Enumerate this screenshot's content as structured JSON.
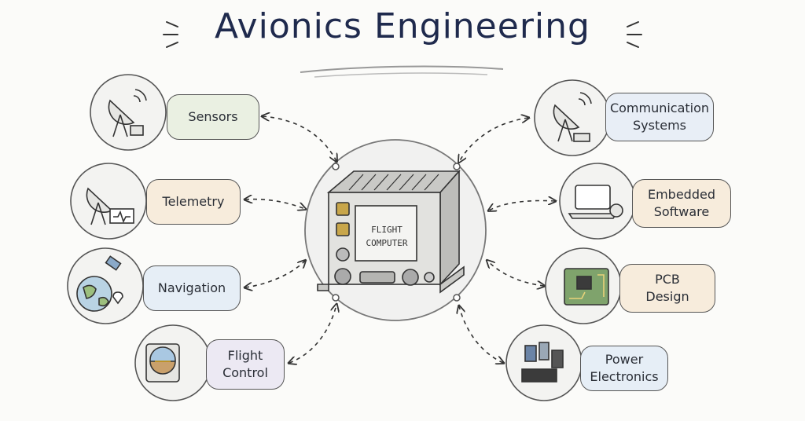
{
  "title": "Avionics Engineering",
  "center": {
    "label": "FLIGHT\nCOMPUTER"
  },
  "nodes": {
    "sensors": {
      "label": "Sensors",
      "icon": "satellite-dish-icon",
      "color": "#eaf0e2"
    },
    "telemetry": {
      "label": "Telemetry",
      "icon": "antenna-icon",
      "color": "#f7ecdc"
    },
    "navigation": {
      "label": "Navigation",
      "icon": "globe-satellite-icon",
      "color": "#e6eef6"
    },
    "flight_control": {
      "label": "Flight\nControl",
      "icon": "attitude-indicator-icon",
      "color": "#ece9f3"
    },
    "communication": {
      "label": "Communication\nSystems",
      "icon": "satellite-dish-icon",
      "color": "#e8eef6"
    },
    "embedded": {
      "label": "Embedded\nSoftware",
      "icon": "laptop-code-icon",
      "color": "#f7ecdc"
    },
    "pcb": {
      "label": "PCB\nDesign",
      "icon": "circuit-board-icon",
      "color": "#f7ecdc"
    },
    "power": {
      "label": "Power\nElectronics",
      "icon": "capacitor-chip-icon",
      "color": "#e6eef6"
    }
  }
}
